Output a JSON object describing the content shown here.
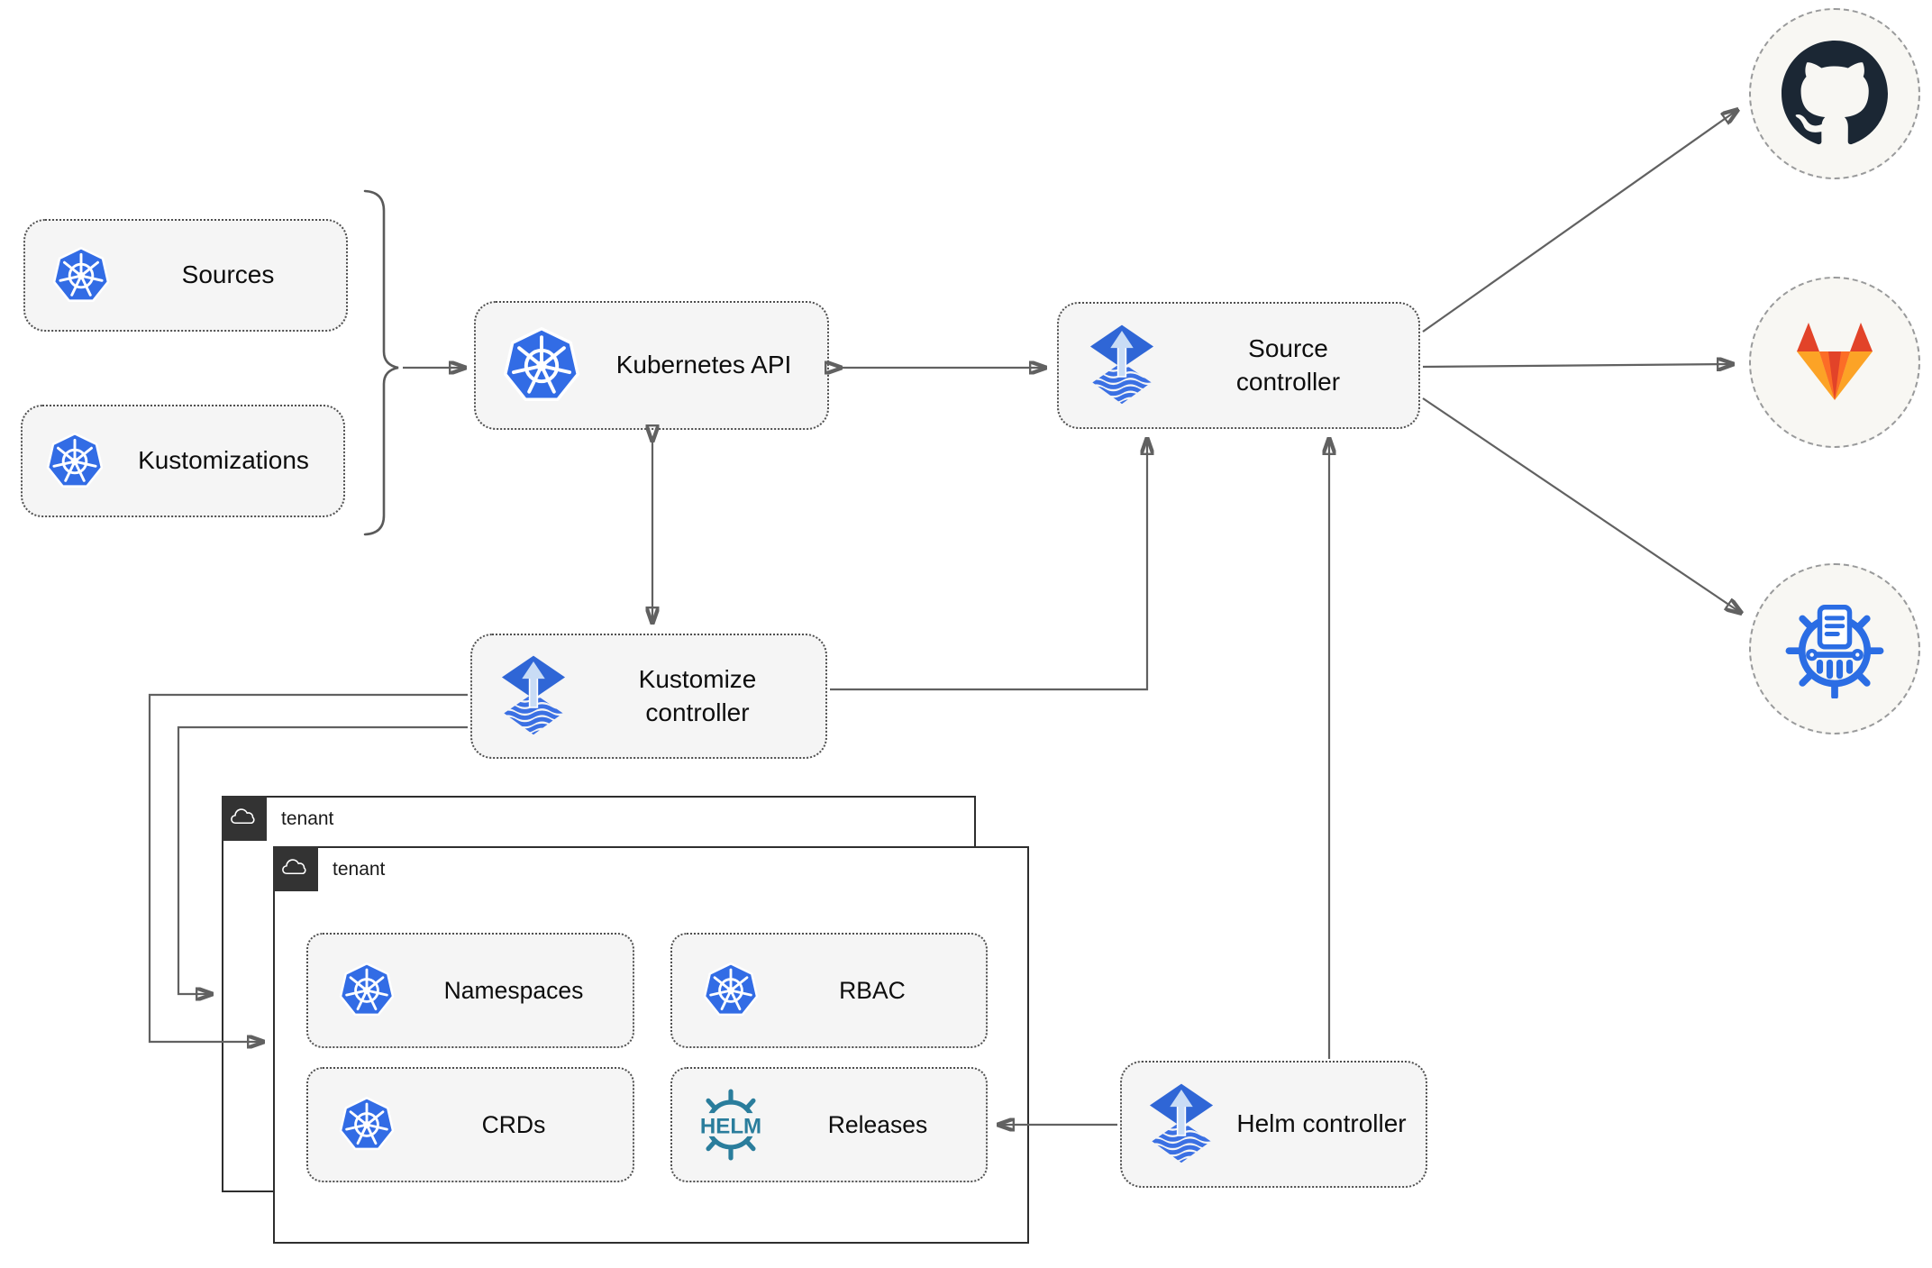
{
  "colors": {
    "kubernetes_blue": "#326ce5",
    "flux_blue": "#2f66d6",
    "flux_arrow_light": "#c9dcf5",
    "helm_teal": "#2a7d9c",
    "chartmuseum_blue": "#2b6de4",
    "github_dark": "#1b2734",
    "gitlab_red_orange": "#e24329",
    "gitlab_mid_orange": "#fc6d26",
    "gitlab_light_orange": "#fca326",
    "arrow_gray": "#616161",
    "node_fill": "#f5f5f5",
    "tenant_border": "#2e2e2e"
  },
  "nodes": {
    "sources": {
      "label": "Sources",
      "icon": "kubernetes-icon"
    },
    "kustomizations": {
      "label": "Kustomizations",
      "icon": "kubernetes-icon"
    },
    "kubernetes_api": {
      "label": "Kubernetes API",
      "icon": "kubernetes-icon"
    },
    "source_controller": {
      "label": "Source controller",
      "icon": "flux-icon"
    },
    "kustomize_controller": {
      "label": "Kustomize controller",
      "icon": "flux-icon"
    },
    "helm_controller": {
      "label": "Helm controller",
      "icon": "flux-icon"
    },
    "tenant_back": {
      "label": "tenant",
      "icon": "cloud-icon"
    },
    "tenant_front": {
      "label": "tenant",
      "icon": "cloud-icon"
    },
    "namespaces": {
      "label": "Namespaces",
      "icon": "kubernetes-icon"
    },
    "rbac": {
      "label": "RBAC",
      "icon": "kubernetes-icon"
    },
    "crds": {
      "label": "CRDs",
      "icon": "kubernetes-icon"
    },
    "releases": {
      "label": "Releases",
      "icon": "helm-icon",
      "icon_text": "HELM"
    },
    "github": {
      "icon": "github-icon"
    },
    "gitlab": {
      "icon": "gitlab-icon"
    },
    "helm_repository": {
      "icon": "chartmuseum-icon"
    }
  }
}
